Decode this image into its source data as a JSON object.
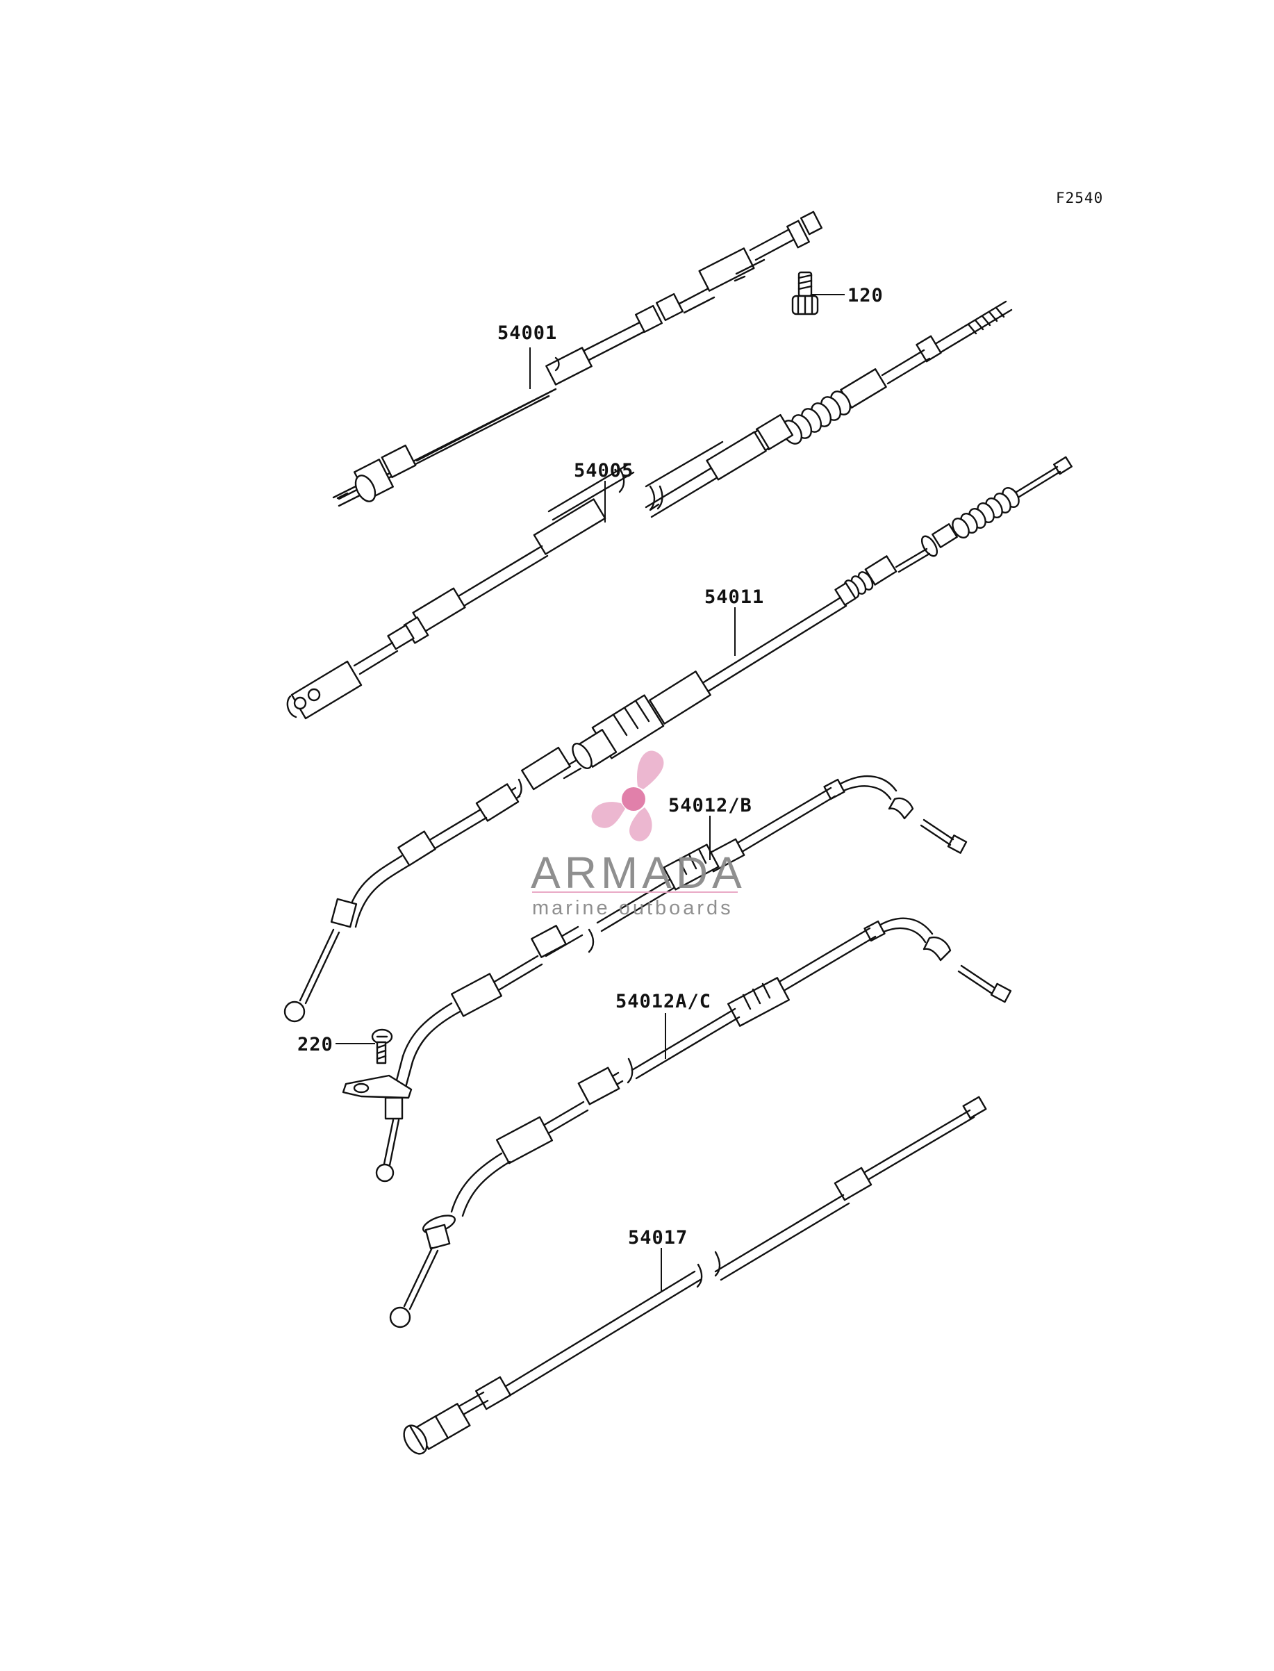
{
  "figure_code": "F2540",
  "callouts": {
    "cable_54001": "54001",
    "bolt_120": "120",
    "cable_54005": "54005",
    "cable_54011": "54011",
    "cable_54012b": "54012/B",
    "screw_220": "220",
    "cable_54012ac": "54012A/C",
    "cable_54017": "54017"
  },
  "watermark": {
    "brand": "ARMADA",
    "tagline": "marine outboards",
    "logo_icon": "propeller-icon",
    "logo_color": "#e8a6c4",
    "text_color": "#8a8a8a"
  }
}
